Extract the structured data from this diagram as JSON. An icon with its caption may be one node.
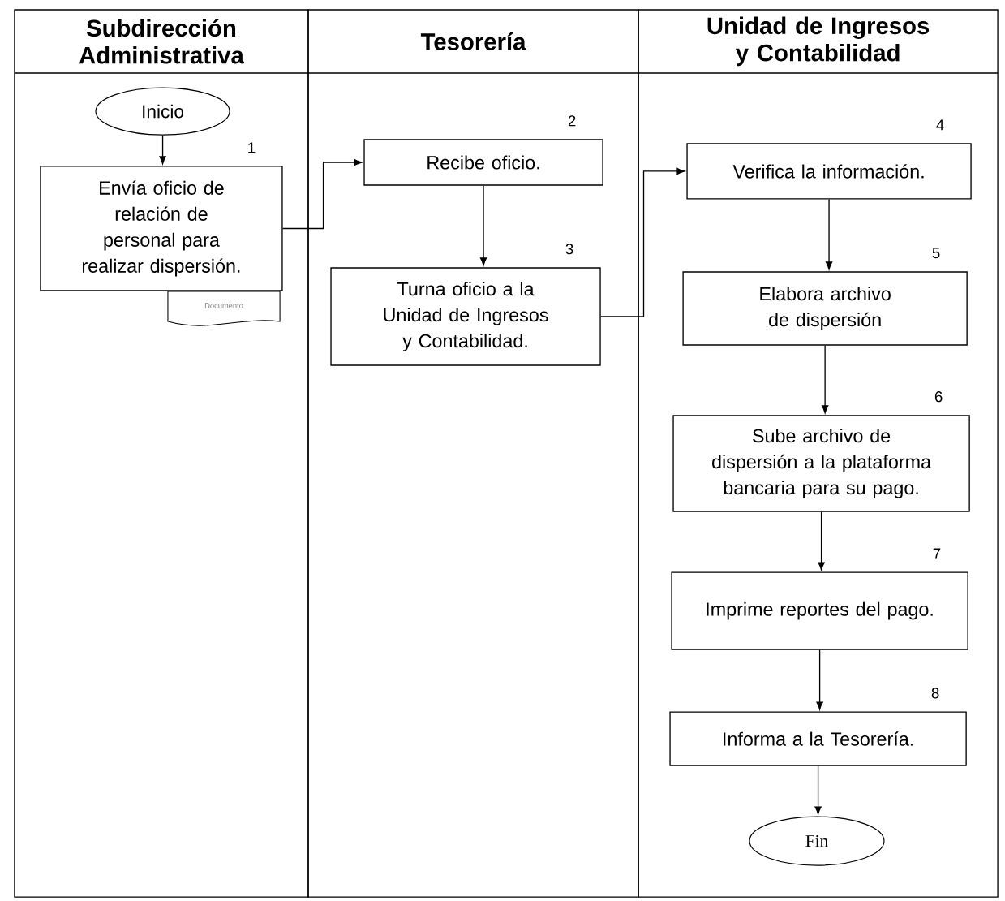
{
  "diagram": {
    "nodes": [
      {
        "text": [
          "Subdirección Administrativa"
        ]
      },
      {
        "text": [
          "Tesorería"
        ]
      },
      {
        "text": [
          "Unidad de Ingresos y Contabilidad"
        ]
      },
      {
        "text": [
          "Inicio"
        ],
        "in": 0
      },
      {
        "text": [
          "Envía oficio de relación de personal para realizar dispersión."
        ],
        "in": 0,
        "beside": [
          "1"
        ]
      },
      {
        "text": [
          "Documento"
        ],
        "in": 0
      },
      {
        "text": [
          "Recibe oficio."
        ],
        "in": 1,
        "beside": [
          "2"
        ]
      },
      {
        "text": [
          "Turna oficio a la Unidad de Ingresos y Contabilidad."
        ],
        "in": 1,
        "beside": [
          "3"
        ]
      },
      {
        "text": [
          "Verifica la información."
        ],
        "in": 2,
        "beside": [
          "4"
        ]
      },
      {
        "text": [
          "Elabora archivo de dispersión"
        ],
        "in": 2,
        "beside": [
          "5"
        ]
      },
      {
        "text": [
          "Sube archivo de dispersión a la plataforma bancaria para su pago."
        ],
        "in": 2,
        "beside": [
          "6"
        ]
      },
      {
        "text": [
          "Imprime reportes del pago."
        ],
        "in": 2,
        "beside": [
          "7"
        ]
      },
      {
        "text": [
          "Informa a la Tesorería."
        ],
        "in": 2,
        "beside": [
          "8"
        ]
      },
      {
        "text": [
          "Fin"
        ],
        "in": 2
      }
    ],
    "edges": [
      {
        "from": 3,
        "to": 4,
        "arrow": "to"
      },
      {
        "from": 4,
        "to": 6,
        "arrow": "to"
      },
      {
        "from": 6,
        "to": 7,
        "arrow": "to"
      },
      {
        "from": 7,
        "to": 8,
        "arrow": "to"
      },
      {
        "from": 8,
        "to": 9,
        "arrow": "to"
      },
      {
        "from": 9,
        "to": 10,
        "arrow": "to"
      },
      {
        "from": 10,
        "to": 11,
        "arrow": "to"
      },
      {
        "from": 11,
        "to": 12,
        "arrow": "to"
      },
      {
        "from": 12,
        "to": 13,
        "arrow": "to"
      }
    ]
  }
}
